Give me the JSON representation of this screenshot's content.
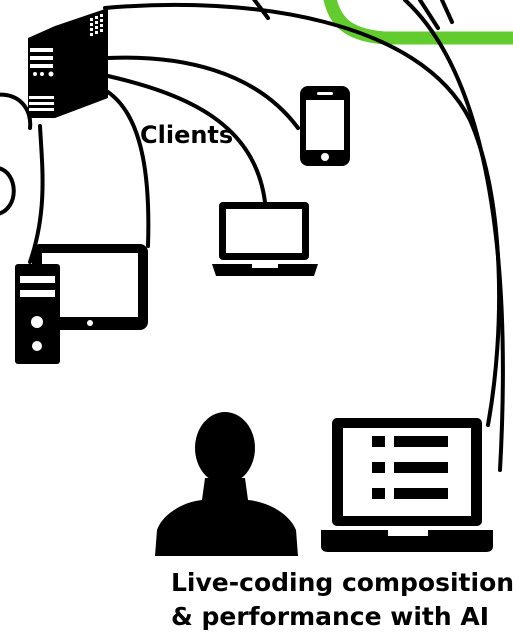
{
  "labels": {
    "clients": "Clients",
    "caption_line1": "Live-coding composition",
    "caption_line2": "& performance with AI"
  },
  "colors": {
    "ink": "#000000",
    "accent": "#62cc2e",
    "background": "#ffffff"
  },
  "icons": [
    "server-tower-icon",
    "smartphone-icon",
    "laptop-icon",
    "desktop-tower-icon",
    "tablet-icon",
    "person-silhouette-icon",
    "laptop-with-list-icon"
  ]
}
